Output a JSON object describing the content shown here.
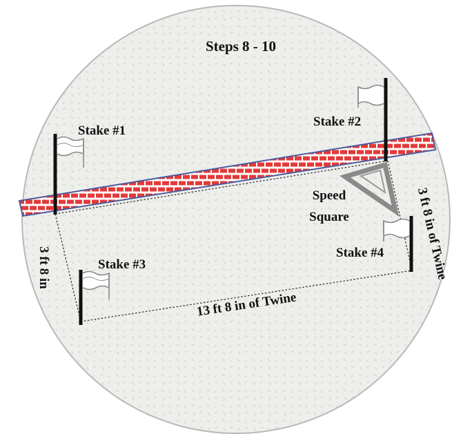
{
  "title": "Steps 8 - 10",
  "colors": {
    "background_fill": "#eeeeec",
    "circle_border": "#b8b8b8",
    "pattern_mark": "#c6d9b8",
    "wall_fill": "#ffffff",
    "wall_brick": "#e23a3a",
    "wall_border": "#4a5a9c",
    "stake": "#111111",
    "flag": "#8a8a8a",
    "twine": "#333333",
    "speed_square": "#8a8a8a"
  },
  "stakes": [
    {
      "label": "Stake #1",
      "icon": "stake-with-flag"
    },
    {
      "label": "Stake #2",
      "icon": "stake-with-flag"
    },
    {
      "label": "Stake #3",
      "icon": "stake-with-flag"
    },
    {
      "label": "Stake #4",
      "icon": "stake-with-flag"
    }
  ],
  "measurements": {
    "left_side": "3 ft 8 in",
    "right_side": "3 ft 8 in of Twine",
    "bottom_side": "13 ft 8 in of Twine"
  },
  "speed_square": {
    "line1": "Speed",
    "line2": "Square",
    "icon": "speed-square-icon"
  }
}
